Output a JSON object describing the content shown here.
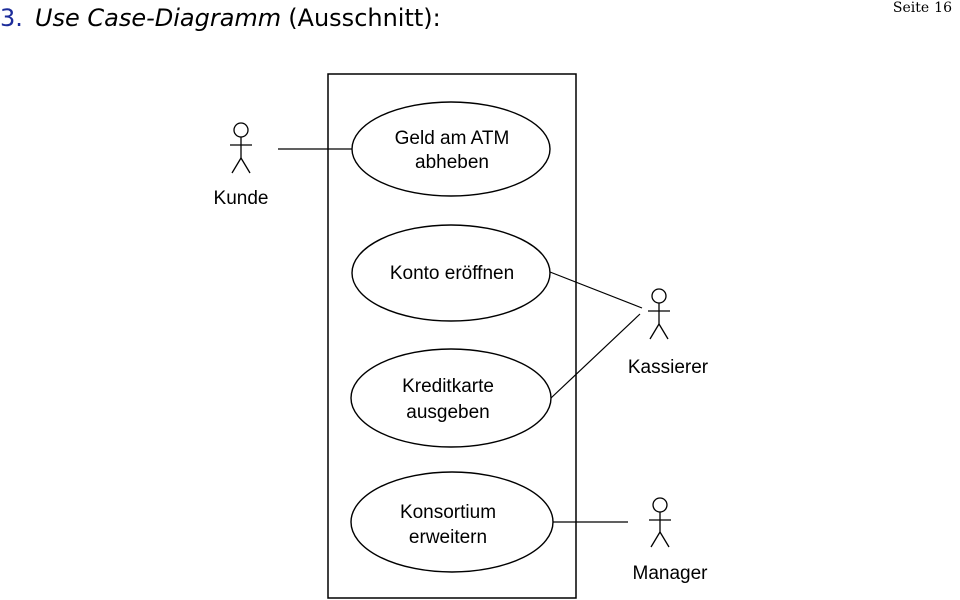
{
  "header": {
    "number": "3.",
    "title_italic": "Use Case-Diagramm",
    "title_rest": "(Ausschnitt):"
  },
  "page": {
    "label": "Seite",
    "number": "16"
  },
  "diagram": {
    "actors": {
      "kunde": "Kunde",
      "kassierer": "Kassierer",
      "manager": "Manager"
    },
    "use_cases": {
      "geld_abheben": [
        "Geld am ATM",
        "abheben"
      ],
      "konto_eroeffnen": [
        "Konto eröffnen"
      ],
      "kreditkarte_ausgeben": [
        "Kreditkarte",
        "ausgeben"
      ],
      "konsortium_erweitern": [
        "Konsortium",
        "erweitern"
      ]
    }
  }
}
